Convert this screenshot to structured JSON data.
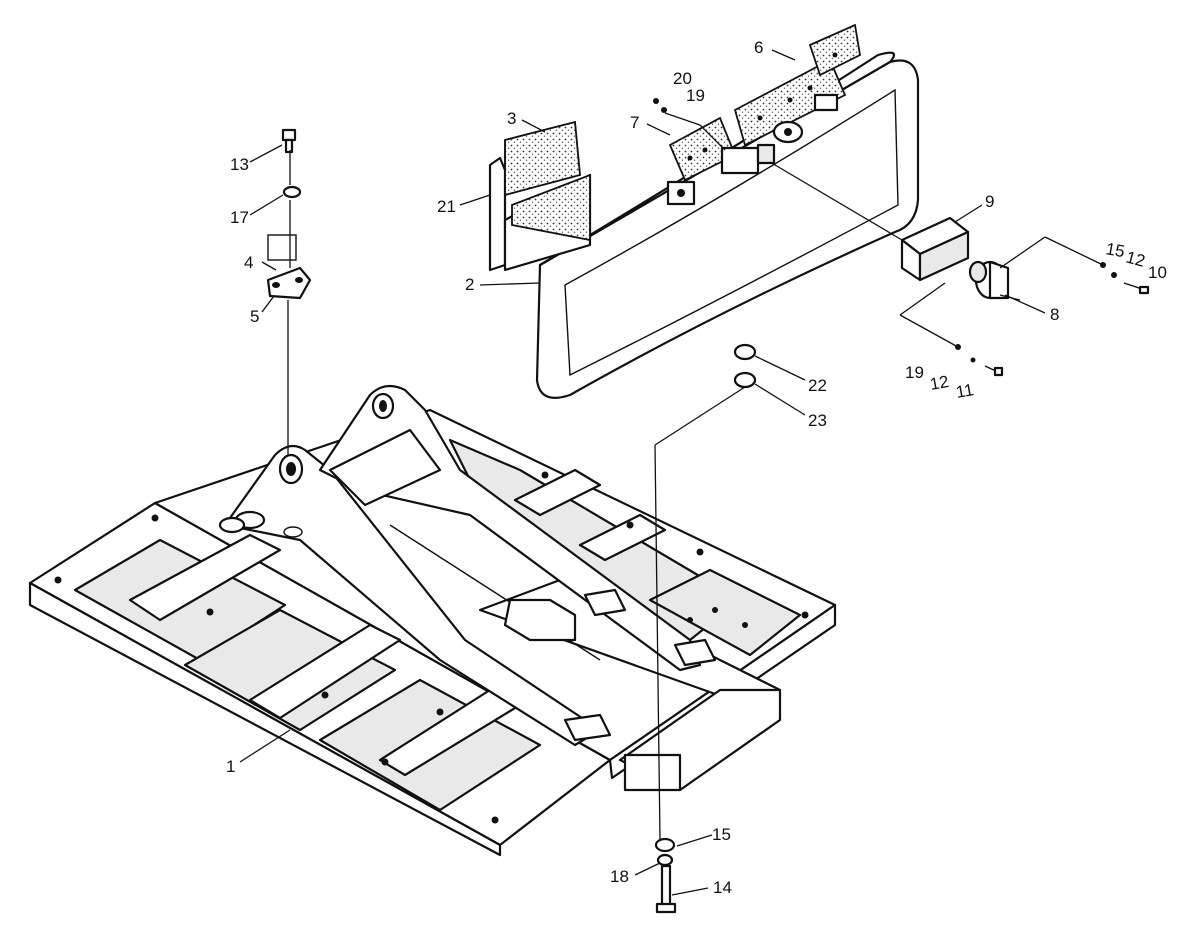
{
  "callouts": [
    {
      "id": "1",
      "label": "1"
    },
    {
      "id": "2",
      "label": "2"
    },
    {
      "id": "3",
      "label": "3"
    },
    {
      "id": "4",
      "label": "4"
    },
    {
      "id": "5",
      "label": "5"
    },
    {
      "id": "6",
      "label": "6"
    },
    {
      "id": "7",
      "label": "7"
    },
    {
      "id": "8",
      "label": "8"
    },
    {
      "id": "9",
      "label": "9"
    },
    {
      "id": "10",
      "label": "10"
    },
    {
      "id": "11",
      "label": "11"
    },
    {
      "id": "12a",
      "label": "12"
    },
    {
      "id": "12b",
      "label": "12"
    },
    {
      "id": "13",
      "label": "13"
    },
    {
      "id": "14",
      "label": "14"
    },
    {
      "id": "15a",
      "label": "15"
    },
    {
      "id": "15b",
      "label": "15"
    },
    {
      "id": "17",
      "label": "17"
    },
    {
      "id": "18",
      "label": "18"
    },
    {
      "id": "19a",
      "label": "19"
    },
    {
      "id": "19b",
      "label": "19"
    },
    {
      "id": "20",
      "label": "20"
    },
    {
      "id": "21",
      "label": "21"
    },
    {
      "id": "22",
      "label": "22"
    },
    {
      "id": "23",
      "label": "23"
    }
  ]
}
